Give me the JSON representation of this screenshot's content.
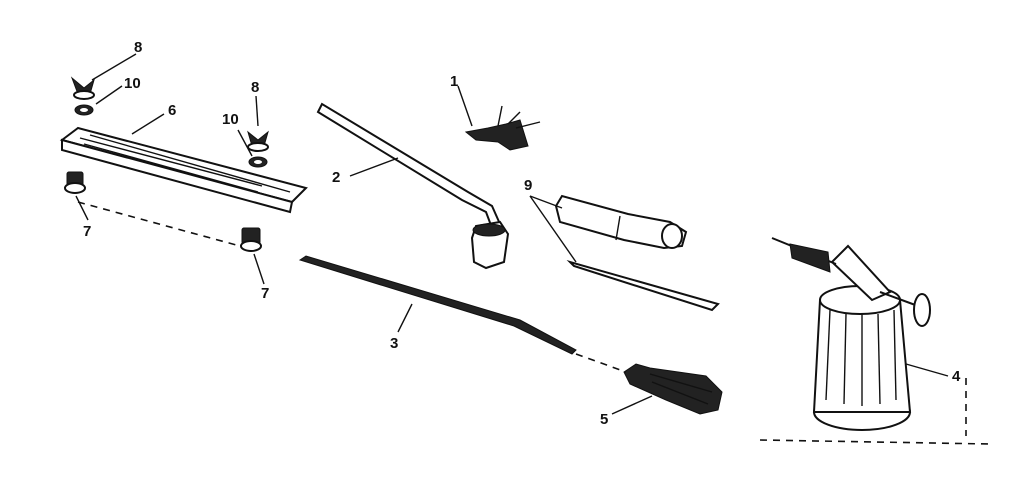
{
  "diagram": {
    "callouts": {
      "c1": "1",
      "c2": "2",
      "c3": "3",
      "c4": "4",
      "c5": "5",
      "c6": "6",
      "c7a": "7",
      "c7b": "7",
      "c8a": "8",
      "c8b": "8",
      "c9": "9",
      "c10a": "10",
      "c10b": "10"
    }
  }
}
